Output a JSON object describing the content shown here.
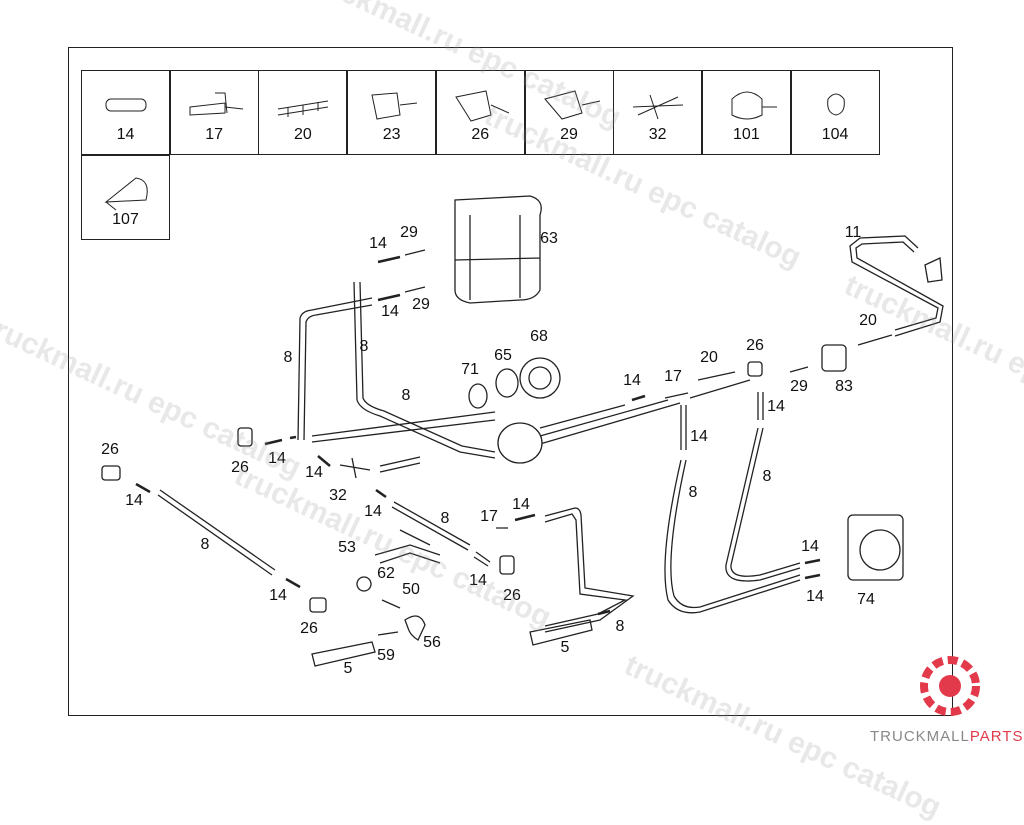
{
  "legend": {
    "parts": [
      "14",
      "17",
      "20",
      "23",
      "26",
      "29",
      "32",
      "101",
      "104",
      "107"
    ]
  },
  "callouts": [
    "29",
    "14",
    "63",
    "29",
    "14",
    "68",
    "8",
    "8",
    "71",
    "65",
    "20",
    "26",
    "17",
    "14",
    "29",
    "14",
    "83",
    "20",
    "11",
    "8",
    "14",
    "26",
    "26",
    "14",
    "14",
    "32",
    "14",
    "14",
    "8",
    "17",
    "14",
    "8",
    "8",
    "53",
    "62",
    "50",
    "14",
    "26",
    "14",
    "14",
    "74",
    "8",
    "14",
    "26",
    "56",
    "59",
    "5",
    "5",
    "8"
  ],
  "watermark": "truckmall.ru epc catalog",
  "logo": {
    "text_a": "TRUCKMALL",
    "text_b": "PARTS",
    "accent": "#e23a4a"
  },
  "colors": {
    "line": "#222222",
    "watermark": "#969696"
  }
}
